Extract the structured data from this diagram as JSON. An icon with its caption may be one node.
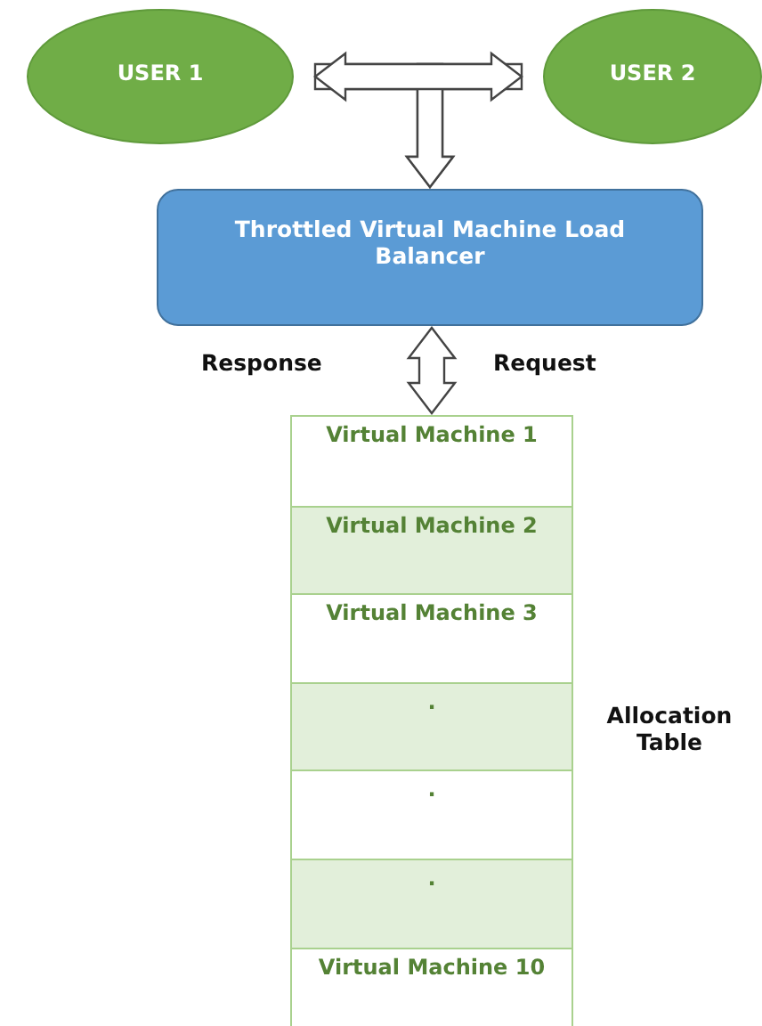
{
  "diagram": {
    "nodes": [
      {
        "text": [
          "USER 1"
        ]
      },
      {
        "text": [
          "USER 2"
        ]
      },
      {
        "text": [
          "Throttled Virtual Machine Load Balancer"
        ]
      },
      {
        "text": [],
        "shape": "box",
        "beside": [
          "Allocation Table"
        ]
      },
      {
        "text": [
          "Virtual Machine 1"
        ],
        "in": 3
      },
      {
        "text": [
          "Virtual Machine 2"
        ],
        "in": 3
      },
      {
        "text": [
          "Virtual Machine 3"
        ],
        "in": 3
      },
      {
        "text": [
          "."
        ],
        "in": 3
      },
      {
        "text": [
          "."
        ],
        "in": 3
      },
      {
        "text": [
          "."
        ],
        "in": 3
      },
      {
        "text": [
          "Virtual Machine 10"
        ],
        "in": 3
      }
    ],
    "edges": [
      {
        "from": 0,
        "to": 1,
        "arrow": "both"
      },
      {
        "from": 0,
        "to": 2,
        "arrow": "to"
      },
      {
        "from": 1,
        "to": 2,
        "arrow": "to"
      },
      {
        "from": 2,
        "to": 3,
        "arrow": "both"
      }
    ],
    "labels": [
      "Response",
      "Request"
    ]
  }
}
